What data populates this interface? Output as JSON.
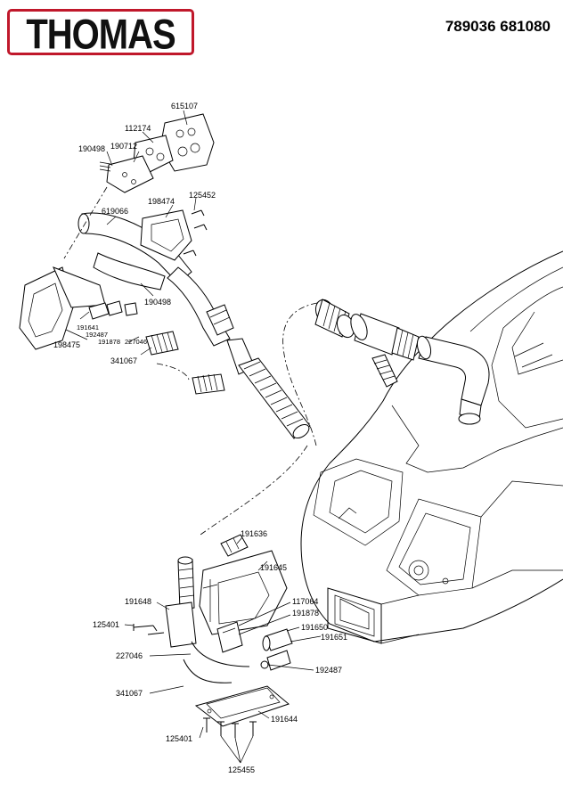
{
  "brand": {
    "logo_text": "THOMAS"
  },
  "document": {
    "number": "789036 681080"
  },
  "part_labels": [
    {
      "id": "p615107",
      "text": "615107"
    },
    {
      "id": "p112174",
      "text": "112174"
    },
    {
      "id": "p190498a",
      "text": "190498"
    },
    {
      "id": "p190712",
      "text": "190712"
    },
    {
      "id": "p198474",
      "text": "198474"
    },
    {
      "id": "p125452",
      "text": "125452"
    },
    {
      "id": "p619066",
      "text": "619066"
    },
    {
      "id": "p190498b",
      "text": "190498"
    },
    {
      "id": "p191641",
      "text": "191641"
    },
    {
      "id": "p192487a",
      "text": "192487"
    },
    {
      "id": "p191878a",
      "text": "191878"
    },
    {
      "id": "p227046a",
      "text": "227046"
    },
    {
      "id": "p198475",
      "text": "198475"
    },
    {
      "id": "p341067a",
      "text": "341067"
    },
    {
      "id": "p191636",
      "text": "191636"
    },
    {
      "id": "p191645",
      "text": "191645"
    },
    {
      "id": "p191648",
      "text": "191648"
    },
    {
      "id": "p117064",
      "text": "117064"
    },
    {
      "id": "p191878b",
      "text": "191878"
    },
    {
      "id": "p125401a",
      "text": "125401"
    },
    {
      "id": "p191650",
      "text": "191650"
    },
    {
      "id": "p191651",
      "text": "191651"
    },
    {
      "id": "p227046b",
      "text": "227046"
    },
    {
      "id": "p192487b",
      "text": "192487"
    },
    {
      "id": "p341067b",
      "text": "341067"
    },
    {
      "id": "p191644",
      "text": "191644"
    },
    {
      "id": "p125401b",
      "text": "125401"
    },
    {
      "id": "p125455",
      "text": "125455"
    }
  ]
}
